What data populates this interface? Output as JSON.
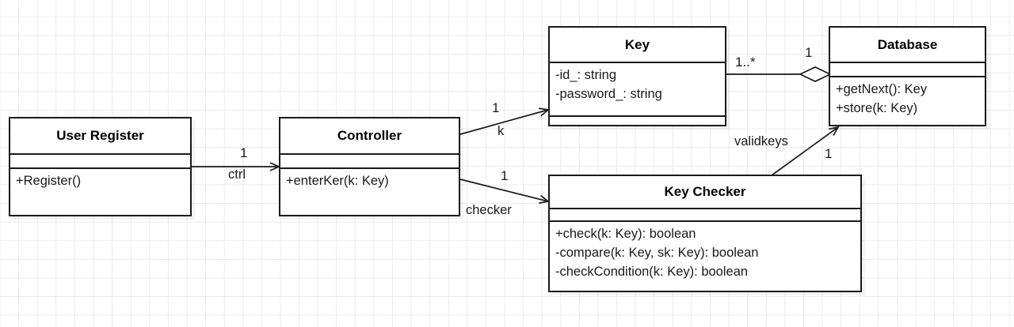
{
  "diagram": {
    "kind": "uml-class-diagram",
    "background": "#ffffff",
    "grid_color": "#ebebeb",
    "line_color": "#1a1a1a"
  },
  "classes": [
    {
      "id": "user-register",
      "name": "User Register",
      "attributes": [],
      "methods": [
        "+Register()"
      ]
    },
    {
      "id": "controller",
      "name": "Controller",
      "attributes": [],
      "methods": [
        "+enterKer(k: Key)"
      ]
    },
    {
      "id": "key",
      "name": "Key",
      "attributes": [
        "-id_: string",
        "-password_: string"
      ],
      "methods": []
    },
    {
      "id": "database",
      "name": "Database",
      "attributes": [],
      "methods": [
        "+getNext(): Key",
        "+store(k: Key)"
      ]
    },
    {
      "id": "key-checker",
      "name": "Key Checker",
      "attributes": [],
      "methods": [
        "+check(k: Key): boolean",
        "-compare(k: Key, sk: Key): boolean",
        "-checkCondition(k: Key): boolean"
      ]
    }
  ],
  "relations": [
    {
      "id": "user-register-to-controller",
      "from": "user-register",
      "to": "controller",
      "type": "association-directed",
      "role": "ctrl",
      "multiplicity": "1"
    },
    {
      "id": "controller-to-key",
      "from": "controller",
      "to": "key",
      "type": "association-directed",
      "role": "k",
      "multiplicity": "1"
    },
    {
      "id": "controller-to-key-checker",
      "from": "controller",
      "to": "key-checker",
      "type": "association-directed",
      "role": "checker",
      "multiplicity": "1"
    },
    {
      "id": "key-to-database",
      "from": "key",
      "to": "database",
      "type": "aggregation",
      "role": "",
      "source_multiplicity": "1..*",
      "target_multiplicity": "1"
    },
    {
      "id": "key-checker-to-database",
      "from": "key-checker",
      "to": "database",
      "type": "association-directed",
      "role": "validkeys",
      "multiplicity": "1"
    }
  ]
}
